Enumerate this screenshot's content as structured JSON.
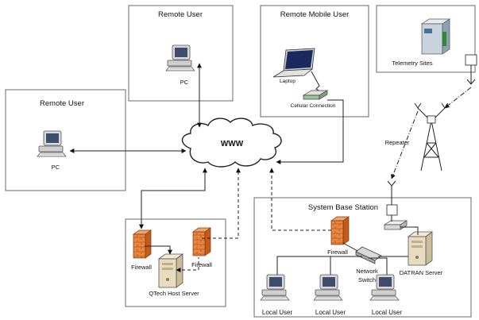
{
  "diagram": {
    "remote_user_left": {
      "title": "Remote User",
      "device_label": "PC"
    },
    "remote_user_top": {
      "title": "Remote User",
      "device_label": "PC"
    },
    "remote_mobile_user": {
      "title": "Remote Mobile User",
      "laptop_label": "Laptop",
      "cellular_label": "Cellular Connection"
    },
    "telemetry": {
      "label": "Telemetry Sites"
    },
    "internet": {
      "label": "WWW"
    },
    "repeater": {
      "label": "Repeater"
    },
    "qtech": {
      "server_label": "QTech Host Server",
      "firewall1_label": "Firewall",
      "firewall2_label": "Firewall"
    },
    "base_station": {
      "title": "System Base Station",
      "firewall_label": "Firewall",
      "switch_label_1": "Network",
      "switch_label_2": "Switch",
      "server_label": "DATRAN Server",
      "local_users": [
        "Local User",
        "Local User",
        "Local User"
      ]
    },
    "colors": {
      "firewall_fill": "#e8853e",
      "firewall_brick": "#c65a1c",
      "server_fill": "#e8dcc0",
      "pc_fill": "#d9d9d9",
      "screen_fill": "#3e4c6e"
    }
  }
}
